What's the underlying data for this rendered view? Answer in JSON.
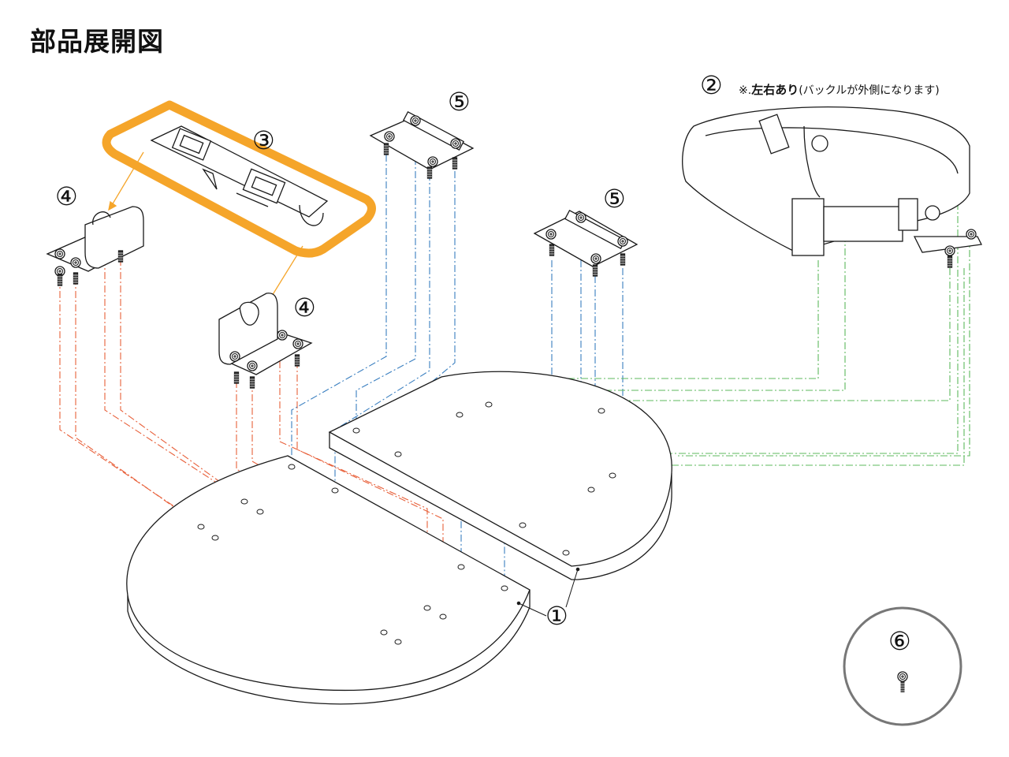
{
  "title": "部品展開図",
  "callouts": {
    "part1": "①",
    "part2": "②",
    "part3": "③",
    "part4_left": "④",
    "part4_right": "④",
    "part5_top": "⑤",
    "part5_right": "⑤",
    "part6": "⑥"
  },
  "note": {
    "prefix": "※.",
    "emphasis": "左右あり",
    "detail": "(バックルが外側になります)"
  },
  "colors": {
    "line": "#1a1a1a",
    "highlight": "#f5a52a",
    "guide_red": "#e8603a",
    "guide_blue": "#3a7fc0",
    "guide_green": "#5cb85c",
    "circle_frame": "#777777"
  }
}
